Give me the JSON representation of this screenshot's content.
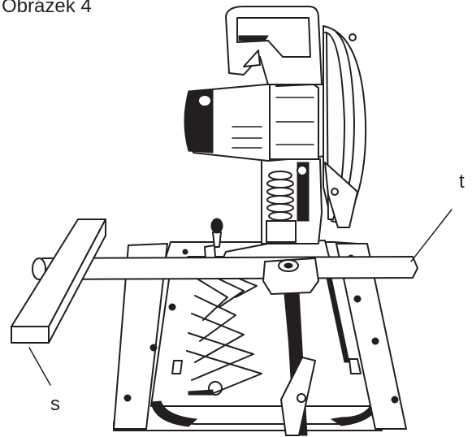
{
  "figure": {
    "title": "Obrázek 4"
  },
  "callouts": {
    "t": "t",
    "s": "s"
  },
  "colors": {
    "ink": "#231f20",
    "paper": "#ffffff"
  }
}
